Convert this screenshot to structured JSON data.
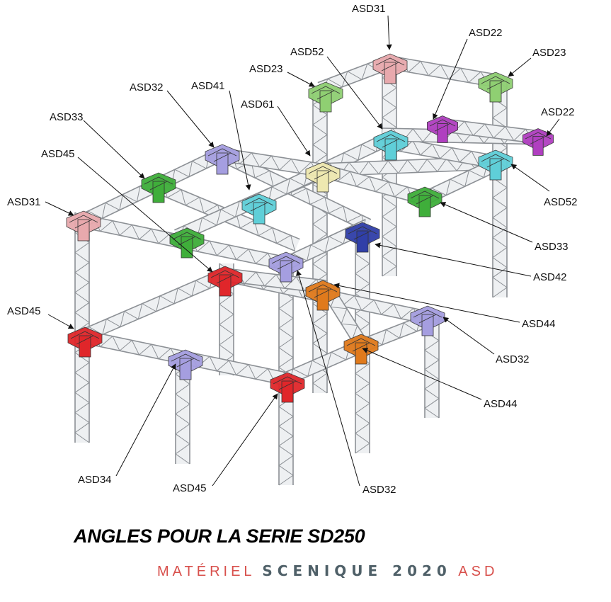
{
  "title": "ANGLES POUR LA SERIE SD250",
  "brand": {
    "part1": "MATÉRIEL",
    "part2": "SCENIQUE 2020",
    "part3": "ASD"
  },
  "colors": {
    "truss": "#c9ccd0",
    "truss_dark": "#8c9095",
    "pink": "#e8a9ad",
    "green": "#3fae3a",
    "light_green": "#8fcf72",
    "purple": "#b03fc0",
    "cyan": "#5fcfd8",
    "lavender": "#a59ee0",
    "cream": "#eee8b0",
    "blue": "#303fa8",
    "red": "#e0262a",
    "orange": "#e07a1c",
    "brand_red": "#d8504c",
    "brand_grey": "#4f6068"
  },
  "labels": [
    {
      "id": "lbl-asd31-top",
      "text": "ASD31"
    },
    {
      "id": "lbl-asd22-top",
      "text": "ASD22"
    },
    {
      "id": "lbl-asd52-top",
      "text": "ASD52"
    },
    {
      "id": "lbl-asd23-left",
      "text": "ASD23"
    },
    {
      "id": "lbl-asd23-right",
      "text": "ASD23"
    },
    {
      "id": "lbl-asd22-right",
      "text": "ASD22"
    },
    {
      "id": "lbl-asd32-top",
      "text": "ASD32"
    },
    {
      "id": "lbl-asd41",
      "text": "ASD41"
    },
    {
      "id": "lbl-asd61",
      "text": "ASD61"
    },
    {
      "id": "lbl-asd33-left",
      "text": "ASD33"
    },
    {
      "id": "lbl-asd45-left",
      "text": "ASD45"
    },
    {
      "id": "lbl-asd31-left",
      "text": "ASD31"
    },
    {
      "id": "lbl-asd52-right",
      "text": "ASD52"
    },
    {
      "id": "lbl-asd33-right",
      "text": "ASD33"
    },
    {
      "id": "lbl-asd42",
      "text": "ASD42"
    },
    {
      "id": "lbl-asd45-mid",
      "text": "ASD45"
    },
    {
      "id": "lbl-asd44-top",
      "text": "ASD44"
    },
    {
      "id": "lbl-asd32-right",
      "text": "ASD32"
    },
    {
      "id": "lbl-asd44-bottom",
      "text": "ASD44"
    },
    {
      "id": "lbl-asd34",
      "text": "ASD34"
    },
    {
      "id": "lbl-asd45-bottom",
      "text": "ASD45"
    },
    {
      "id": "lbl-asd32-bottom",
      "text": "ASD32"
    }
  ]
}
